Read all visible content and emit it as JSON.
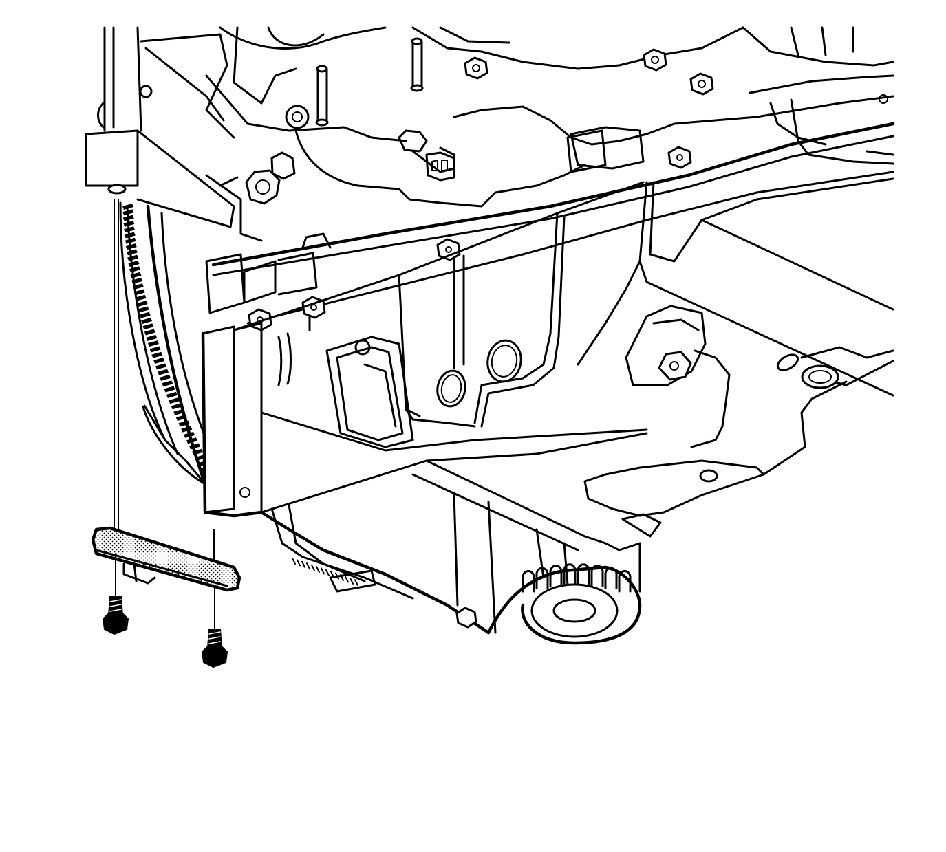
{
  "colors": {
    "ink": "#000000",
    "paper": "#ffffff",
    "highlight_fill": "#f2f2f2"
  },
  "parts": [
    {
      "name": "engine-block"
    },
    {
      "name": "flywheel-ring-gear"
    },
    {
      "name": "oil-pan"
    },
    {
      "name": "oil-filter"
    },
    {
      "name": "flywheel-inspection-cover"
    },
    {
      "name": "cover-bolt-left"
    },
    {
      "name": "cover-bolt-right"
    }
  ],
  "highlighted_part": "flywheel-inspection-cover"
}
